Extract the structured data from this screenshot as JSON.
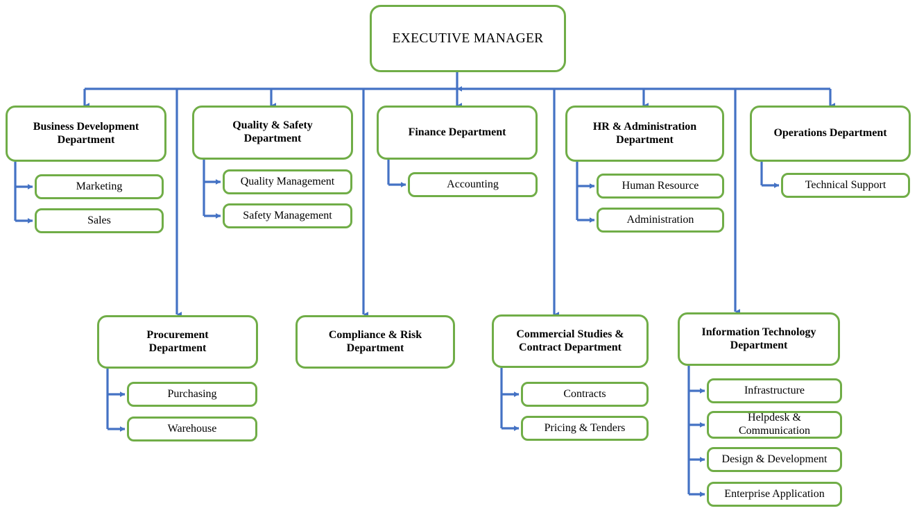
{
  "chart_meta": {
    "title": "Organizational Chart",
    "type": "org-chart",
    "colors": {
      "box_border": "#70AD47",
      "connector": "#4472C4",
      "box_fill": "#FFFFFF",
      "text": "#000000"
    }
  },
  "root": {
    "label": "EXECUTIVE MANAGER"
  },
  "departments": [
    {
      "label": "Business Development\nDepartment",
      "children": [
        {
          "label": "Marketing"
        },
        {
          "label": "Sales"
        }
      ]
    },
    {
      "label": "Quality  & Safety\nDepartment",
      "children": [
        {
          "label": "Quality Management"
        },
        {
          "label": "Safety Management"
        }
      ]
    },
    {
      "label": "Finance Department",
      "children": [
        {
          "label": "Accounting"
        }
      ]
    },
    {
      "label": "HR & Administration\nDepartment",
      "children": [
        {
          "label": "Human Resource"
        },
        {
          "label": "Administration"
        }
      ]
    },
    {
      "label": "Operations Department",
      "children": [
        {
          "label": "Technical Support"
        }
      ]
    },
    {
      "label": "Procurement\nDepartment",
      "children": [
        {
          "label": "Purchasing"
        },
        {
          "label": "Warehouse"
        }
      ]
    },
    {
      "label": "Compliance & Risk\nDepartment",
      "children": []
    },
    {
      "label": "Commercial Studies &\nContract Department",
      "children": [
        {
          "label": "Contracts"
        },
        {
          "label": "Pricing & Tenders"
        }
      ]
    },
    {
      "label": "Information Technology\nDepartment",
      "children": [
        {
          "label": "Infrastructure"
        },
        {
          "label": "Helpdesk &\nCommunication"
        },
        {
          "label": "Design & Development"
        },
        {
          "label": "Enterprise Application"
        }
      ]
    }
  ]
}
